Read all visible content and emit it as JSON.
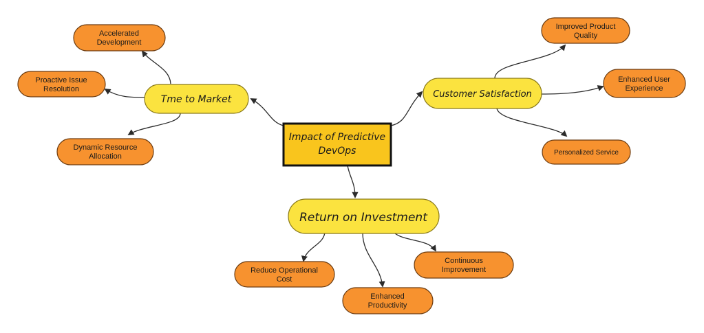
{
  "colors": {
    "central_fill": "#f9c51d",
    "central_stroke": "#111111",
    "branch_fill": "#fbe33f",
    "branch_stroke": "#8a7a1a",
    "leaf_fill": "#f7922f",
    "leaf_stroke": "#6b3b10",
    "connector": "#2b2b2b"
  },
  "central": {
    "lines": [
      "Impact of Predictive",
      "DevOps"
    ]
  },
  "branches": {
    "time_to_market": {
      "label": "Tme to Market",
      "leaves": {
        "accelerated": [
          "Accelerated",
          "Development"
        ],
        "proactive": [
          "Proactive Issue",
          "Resolution"
        ],
        "dynamic": [
          "Dynamic Resource",
          "Allocation"
        ]
      }
    },
    "customer_satisfaction": {
      "label": "Customer Satisfaction",
      "leaves": {
        "quality": [
          "Improved Product",
          "Quality"
        ],
        "experience": [
          "Enhanced User",
          "Experience"
        ],
        "personalized": [
          "Personalized Service"
        ]
      }
    },
    "roi": {
      "label": "Return on Investment",
      "leaves": {
        "reduce_cost": [
          "Reduce Operational",
          "Cost"
        ],
        "productivity": [
          "Enhanced",
          "Productivity"
        ],
        "improvement": [
          "Continuous",
          "Improvement"
        ]
      }
    }
  }
}
